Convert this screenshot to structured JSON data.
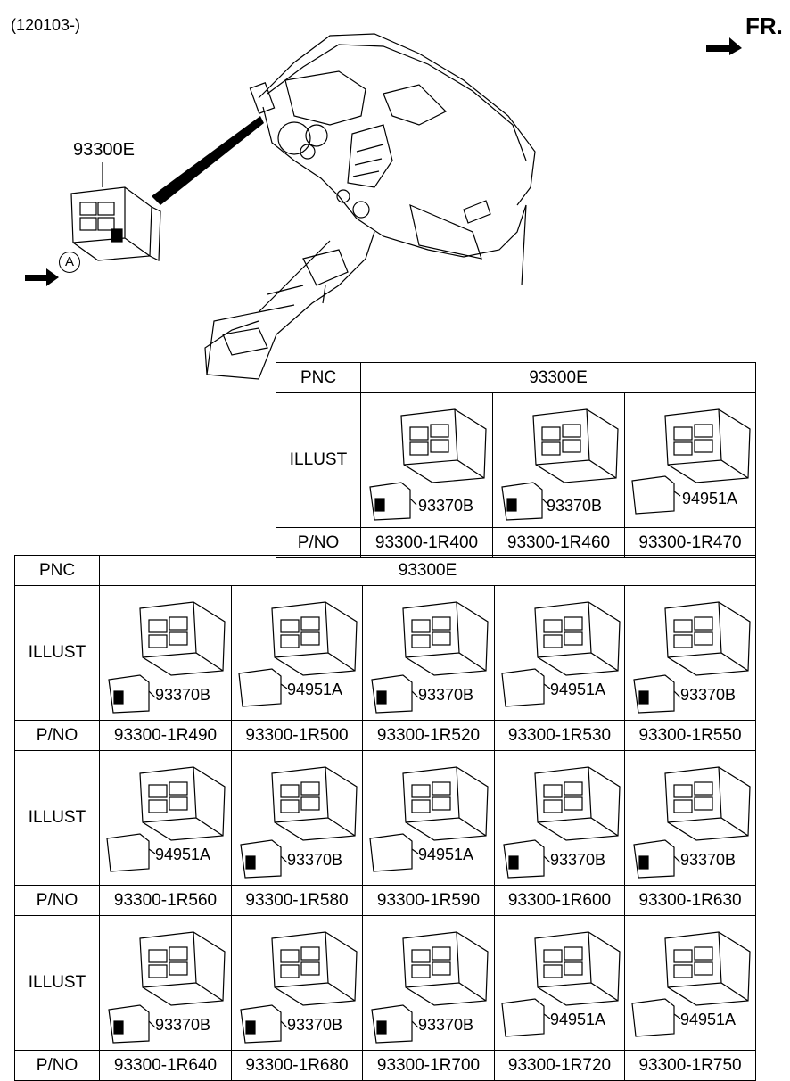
{
  "header": {
    "date_code": "(120103-)",
    "direction_label": "FR.",
    "view_label": "A",
    "main_callout": "93300E"
  },
  "top_table": {
    "pnc_label": "PNC",
    "pnc_value": "93300E",
    "illust_label": "ILLUST",
    "pno_label": "P/NO",
    "items": [
      {
        "part_no": "93300-1R400",
        "sub_part": "93370B"
      },
      {
        "part_no": "93300-1R460",
        "sub_part": "93370B"
      },
      {
        "part_no": "93300-1R470",
        "sub_part": "94951A"
      }
    ]
  },
  "bottom_table": {
    "pnc_label": "PNC",
    "pnc_value": "93300E",
    "illust_label": "ILLUST",
    "pno_label": "P/NO",
    "rows": [
      [
        {
          "part_no": "93300-1R490",
          "sub_part": "93370B"
        },
        {
          "part_no": "93300-1R500",
          "sub_part": "94951A"
        },
        {
          "part_no": "93300-1R520",
          "sub_part": "93370B"
        },
        {
          "part_no": "93300-1R530",
          "sub_part": "94951A"
        },
        {
          "part_no": "93300-1R550",
          "sub_part": "93370B"
        }
      ],
      [
        {
          "part_no": "93300-1R560",
          "sub_part": "94951A"
        },
        {
          "part_no": "93300-1R580",
          "sub_part": "93370B"
        },
        {
          "part_no": "93300-1R590",
          "sub_part": "94951A"
        },
        {
          "part_no": "93300-1R600",
          "sub_part": "93370B"
        },
        {
          "part_no": "93300-1R630",
          "sub_part": "93370B"
        }
      ],
      [
        {
          "part_no": "93300-1R640",
          "sub_part": "93370B"
        },
        {
          "part_no": "93300-1R680",
          "sub_part": "93370B"
        },
        {
          "part_no": "93300-1R700",
          "sub_part": "93370B"
        },
        {
          "part_no": "93300-1R720",
          "sub_part": "94951A"
        },
        {
          "part_no": "93300-1R750",
          "sub_part": "94951A"
        }
      ]
    ]
  }
}
